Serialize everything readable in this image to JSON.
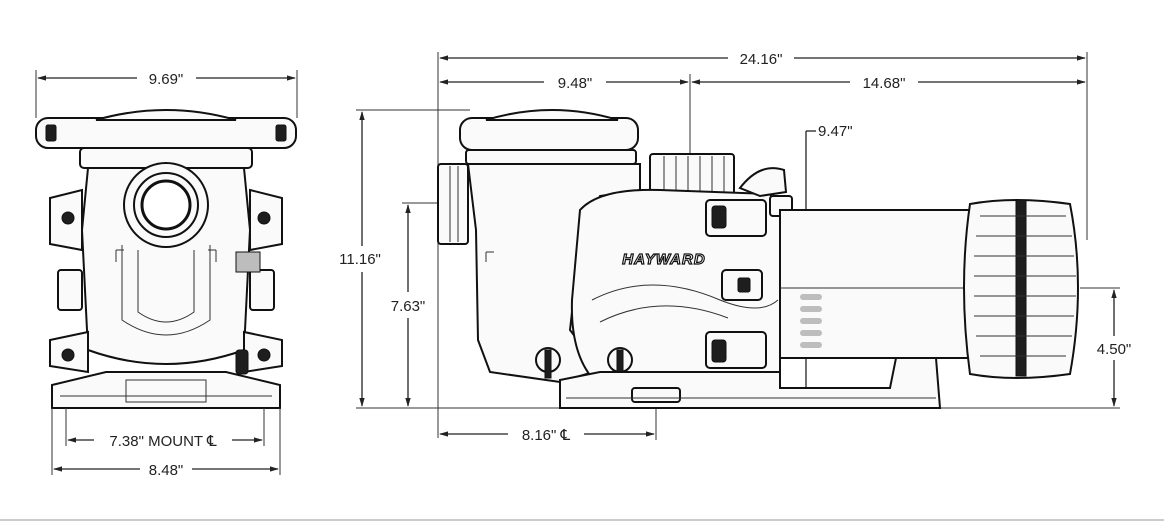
{
  "front_view": {
    "width_top": "9.69\"",
    "mount_width": "7.38\" MOUNT ℄",
    "base_width": "8.48\""
  },
  "side_view": {
    "overall_length": "24.16\"",
    "strainer_length": "9.48\"",
    "motor_length": "14.68\"",
    "discharge_height": "9.47\"",
    "overall_height": "11.16\"",
    "inlet_height": "7.63\"",
    "shaft_height": "4.50\"",
    "mount_centerline": "8.16\" ℄",
    "brand_label": "HAYWARD"
  }
}
